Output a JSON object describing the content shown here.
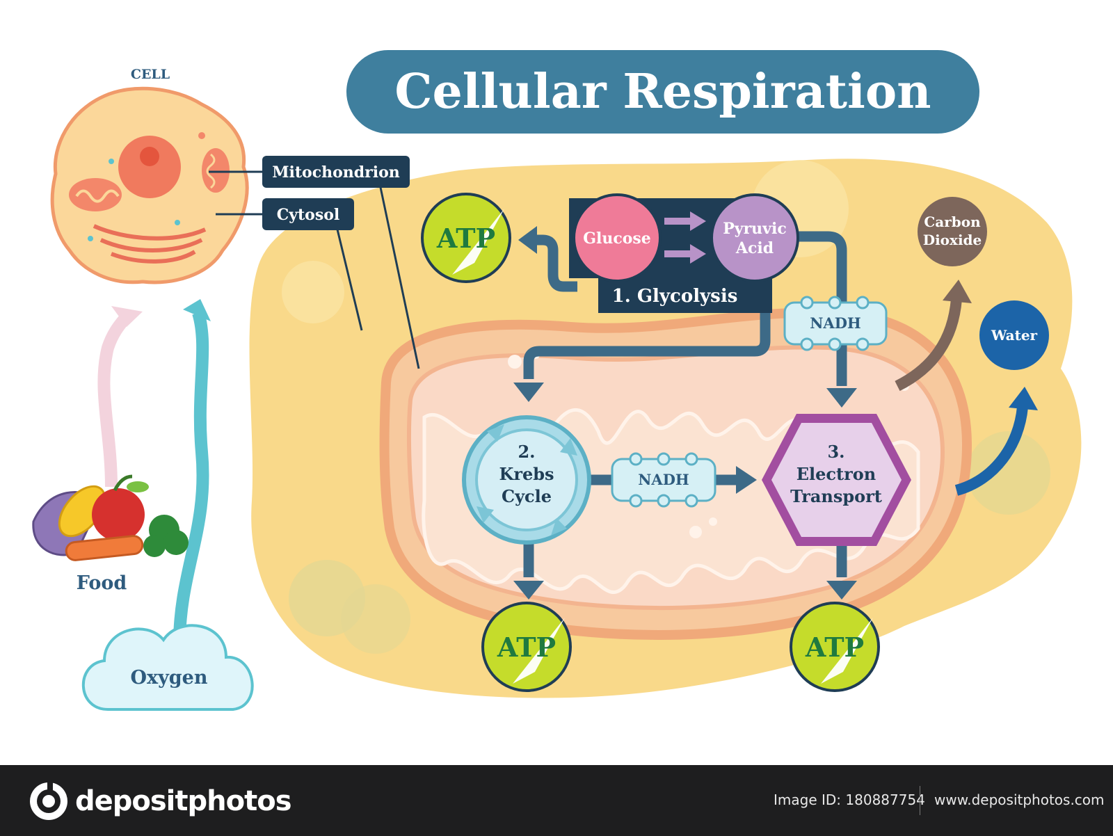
{
  "title": "Cellular Respiration",
  "cell_label": "CELL",
  "callouts": {
    "mitochondrion": "Mitochondrion",
    "cytosol": "Cytosol"
  },
  "inputs": {
    "food": "Food",
    "oxygen": "Oxygen"
  },
  "molecules": {
    "glucose": "Glucose",
    "pyruvic_line1": "Pyruvic",
    "pyruvic_line2": "Acid",
    "co2_line1": "Carbon",
    "co2_line2": "Dioxide",
    "water": "Water"
  },
  "stages": {
    "glycolysis": "1. Glycolysis",
    "krebs_num": "2.",
    "krebs_line1": "Krebs",
    "krebs_line2": "Cycle",
    "etc_num": "3.",
    "etc_line1": "Electron",
    "etc_line2": "Transport"
  },
  "carriers": {
    "nadh_top": "NADH",
    "nadh_mid": "NADH"
  },
  "atp": {
    "label": "ATP"
  },
  "colors": {
    "title_bg": "#3f7f9e",
    "dark_navy": "#1f3d55",
    "arrow": "#3d6a87",
    "cytosol": "#f9d98a",
    "mito_membrane": "#f0a97a",
    "glucose": "#ef7b98",
    "pyruvic": "#b893c8",
    "atp_green": "#c5dc2b",
    "krebs": "#a9dbe8",
    "etc": "#c9a5d1",
    "co2": "#7d665b",
    "water": "#1c64a8"
  },
  "footer": {
    "brand": "depositphotos",
    "image_id": "Image ID: 180887754",
    "site": "www.depositphotos.com"
  }
}
